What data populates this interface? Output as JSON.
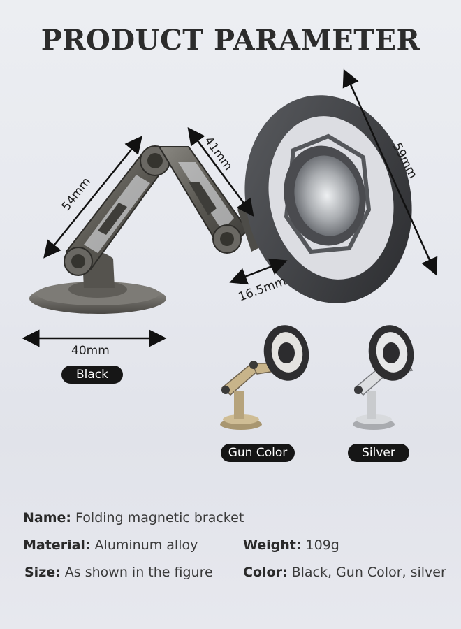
{
  "title": "PRODUCT PARAMETER",
  "dimensions": {
    "arm": "54mm",
    "joint": "41mm",
    "ring": "59mm",
    "depth": "16.5mm",
    "base": "40mm"
  },
  "variants": {
    "black": "Black",
    "gun": "Gun Color",
    "silver": "Silver"
  },
  "specs": {
    "name_label": "Name:",
    "name_value": " Folding magnetic bracket",
    "material_label": "Material:",
    "material_value": " Aluminum alloy",
    "weight_label": "Weight:",
    "weight_value": " 109g",
    "size_label": "Size:",
    "size_value": " As shown in the figure",
    "color_label": "Color:",
    "color_value": " Black, Gun Color, silver"
  },
  "colors": {
    "black_variant": "#3a3a3e",
    "gun_variant": "#b8a27a",
    "silver_variant": "#c4c6ca"
  }
}
